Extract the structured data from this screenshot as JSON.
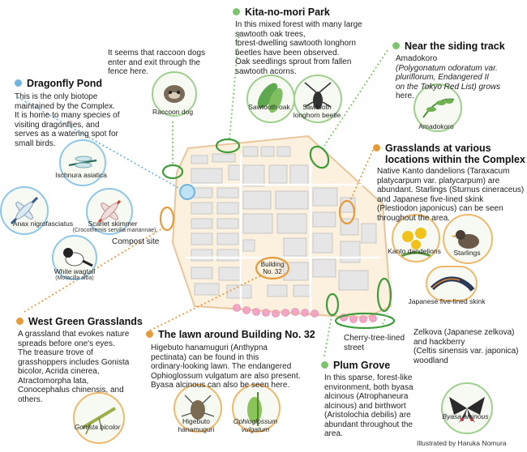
{
  "colors": {
    "green": "#7ec36f",
    "blue": "#6fb7e0",
    "orange": "#e79a3a",
    "map_base": "#fbf1de",
    "map_border": "#e9c59c",
    "building": "#e4e4e4",
    "sakura": "#f3a6c4"
  },
  "sections": {
    "kita": {
      "title": "Kita-no-mori Park",
      "text": [
        "In this mixed forest with many large",
        "sawtooth oak trees,",
        "forest-dwelling sawtooth longhorn",
        "beetles have been observed.",
        "Oak seedlings sprout from fallen",
        "sawtooth acorns."
      ]
    },
    "raccoon": {
      "text": [
        "It seems that raccoon dogs",
        "enter and exit through the",
        "fence here."
      ],
      "caption": "Raccoon dog"
    },
    "dragonfly": {
      "title": "Dragonfly Pond",
      "text": [
        "This is the only biotope",
        "maintained by the Complex.",
        "It is home to many species of",
        "visiting dragonflies, and",
        "serves as a watering spot for",
        "small birds."
      ]
    },
    "siding": {
      "title": "Near the siding track",
      "text": [
        "Amadokoro",
        "(Polygonatum odoratum var.",
        "pluriflorum, Endangered II",
        "on the Tokyo Red List) grows",
        "here."
      ],
      "caption": "Amadokoro"
    },
    "grasslands": {
      "title": [
        "Grasslands at various",
        "locations within the Complex"
      ],
      "text": [
        "Native Kanto dandelions (Taraxacum",
        "platycarpum var. platycarpum) are",
        "abundant. Starlings (Sturnus cineraceus)",
        "and Japanese five-lined skink",
        "(Plestiodon japonicus) can be seen",
        "throughout the area."
      ]
    },
    "west": {
      "title": "West Green Grasslands",
      "text": [
        "A grassland that evokes nature",
        "spreads before one's eyes.",
        "The treasure trove of",
        "grasshoppers includes Gonista",
        "bicolor, Acrida cinerea,",
        "Atractomorpha lata,",
        "Conocephalus chinensis, and",
        "others."
      ],
      "caption": "Gonista bicolor"
    },
    "lawn": {
      "title": "The lawn around Building No. 32",
      "text": [
        "Higebuto hanamuguri (Anthypna",
        "pectinata) can be found in this",
        "ordinary-looking lawn. The endangered",
        "Ophioglossum vulgatum are also present.",
        "Byasa alcinous can also be seen here."
      ]
    },
    "plum": {
      "title": "Plum Grove",
      "text": [
        "In this sparse, forest-like",
        "environment, both byasa",
        "alcinous (Atrophaneura",
        "alcinous) and birthwort",
        "(Aristolochia debilis) are",
        "abundant throughout the",
        "area."
      ]
    },
    "zelkova": {
      "text": [
        "Zelkova (Japanese zelkova)",
        "and hackberry",
        "(Celtis sinensis var. japonica)",
        "woodland"
      ]
    }
  },
  "captions": {
    "sawtooth_oak": "Sawtooth oak",
    "beetle": [
      "Sawtooth",
      "longhorn beetle"
    ],
    "ischnura": "Ischnura asiatica",
    "anax": "Anax nigrofasciatus",
    "scarlet": "Scarlet skimmer",
    "scarlet_sci": "(Crocothemis servilia mariannae)",
    "wagtail": "White wagtail",
    "wagtail_sci": "(Motacilla alba)",
    "kanto": "Kanto dandelions",
    "starlings": "Starlings",
    "skink": "Japanese five-lined skink",
    "higebuto": [
      "Higebuto",
      "hanamuguri"
    ],
    "ophio": [
      "Ophioglossum",
      "vulgatum"
    ],
    "byasa": "Byasa alcinous"
  },
  "map_labels": {
    "compost": "Compost site",
    "building": [
      "Building",
      "No. 32"
    ],
    "cherry": [
      "Cherry-tree-lined",
      "street"
    ]
  },
  "credit": "Illustrated by Haruka Nomura"
}
